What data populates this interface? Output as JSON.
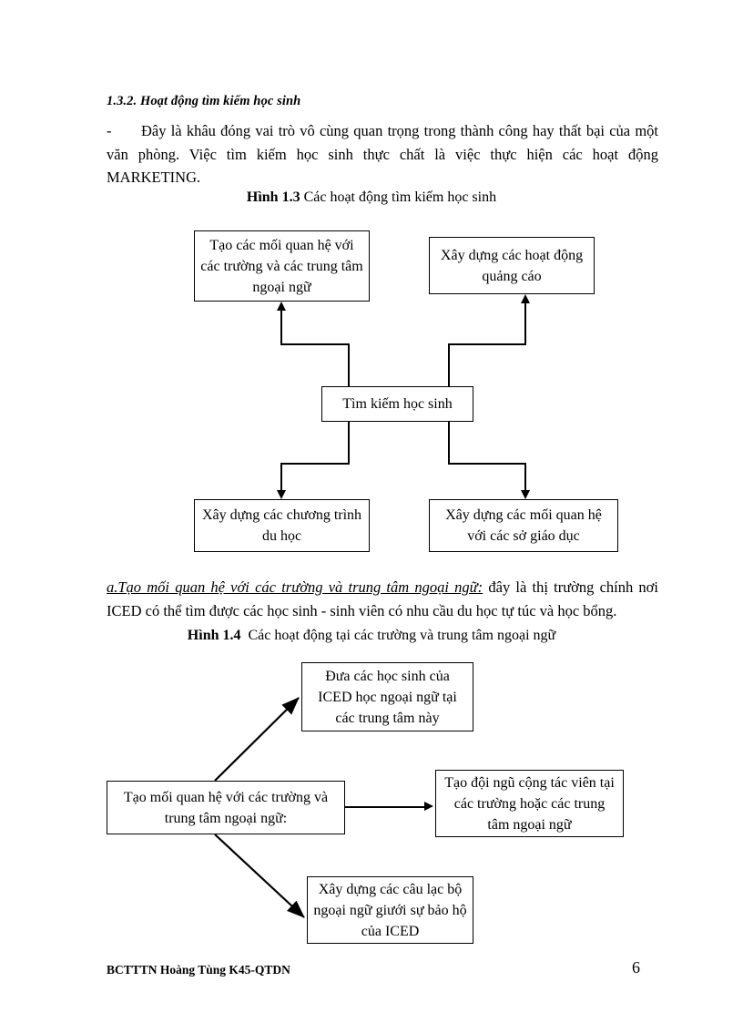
{
  "document": {
    "section_heading": "1.3.2. Hoạt động tìm kiếm học sinh",
    "intro_paragraph": "Đây là khâu đóng vai trò vô cùng quan trọng trong thành công hay thất bại của một văn phòng. Việc tìm kiếm học sinh thực chất là việc thực hiện các hoạt động MARKETING.",
    "bullet_dash": "-",
    "figure_1_3": {
      "caption_label": "Hình 1.3",
      "caption_text": "Các hoạt động tìm kiếm học sinh",
      "center_node": "Tìm kiếm học sinh",
      "nodes": [
        "Tạo các mối quan hệ với các trường và các trung tâm ngoại ngữ",
        "Xây dựng các hoạt động quảng cáo",
        "Xây dựng các chương trình du học",
        "Xây dựng các mối quan hệ với các sở giáo dục"
      ]
    },
    "paragraph_a": {
      "lead_in": "a.Tạo mối quan hệ với các trường và trung tâm ngoại ngữ:",
      "rest": " đây là thị trường chính nơi ICED có thể tìm được các học sinh - sinh viên có nhu cầu du học tự túc và học bổng."
    },
    "figure_1_4": {
      "caption_label": "Hình 1.4",
      "caption_text": "Các hoạt động tại các trường và trung tâm ngoại ngữ",
      "source_node": "Tạo mối quan hệ với các trường và trung tâm ngoại ngữ:",
      "nodes": [
        "Đưa các học sinh của ICED học ngoại ngữ tại các trung tâm này",
        "Tạo đội ngũ cộng tác viên tại các trường hoặc các trung tâm ngoại ngữ",
        "Xây dựng các câu lạc bộ ngoại ngữ giưới sự bảo hộ của ICED"
      ]
    },
    "footer": {
      "left_text": "BCTTTN Hoàng Tùng K45-QTDN",
      "page_number": "6"
    }
  }
}
